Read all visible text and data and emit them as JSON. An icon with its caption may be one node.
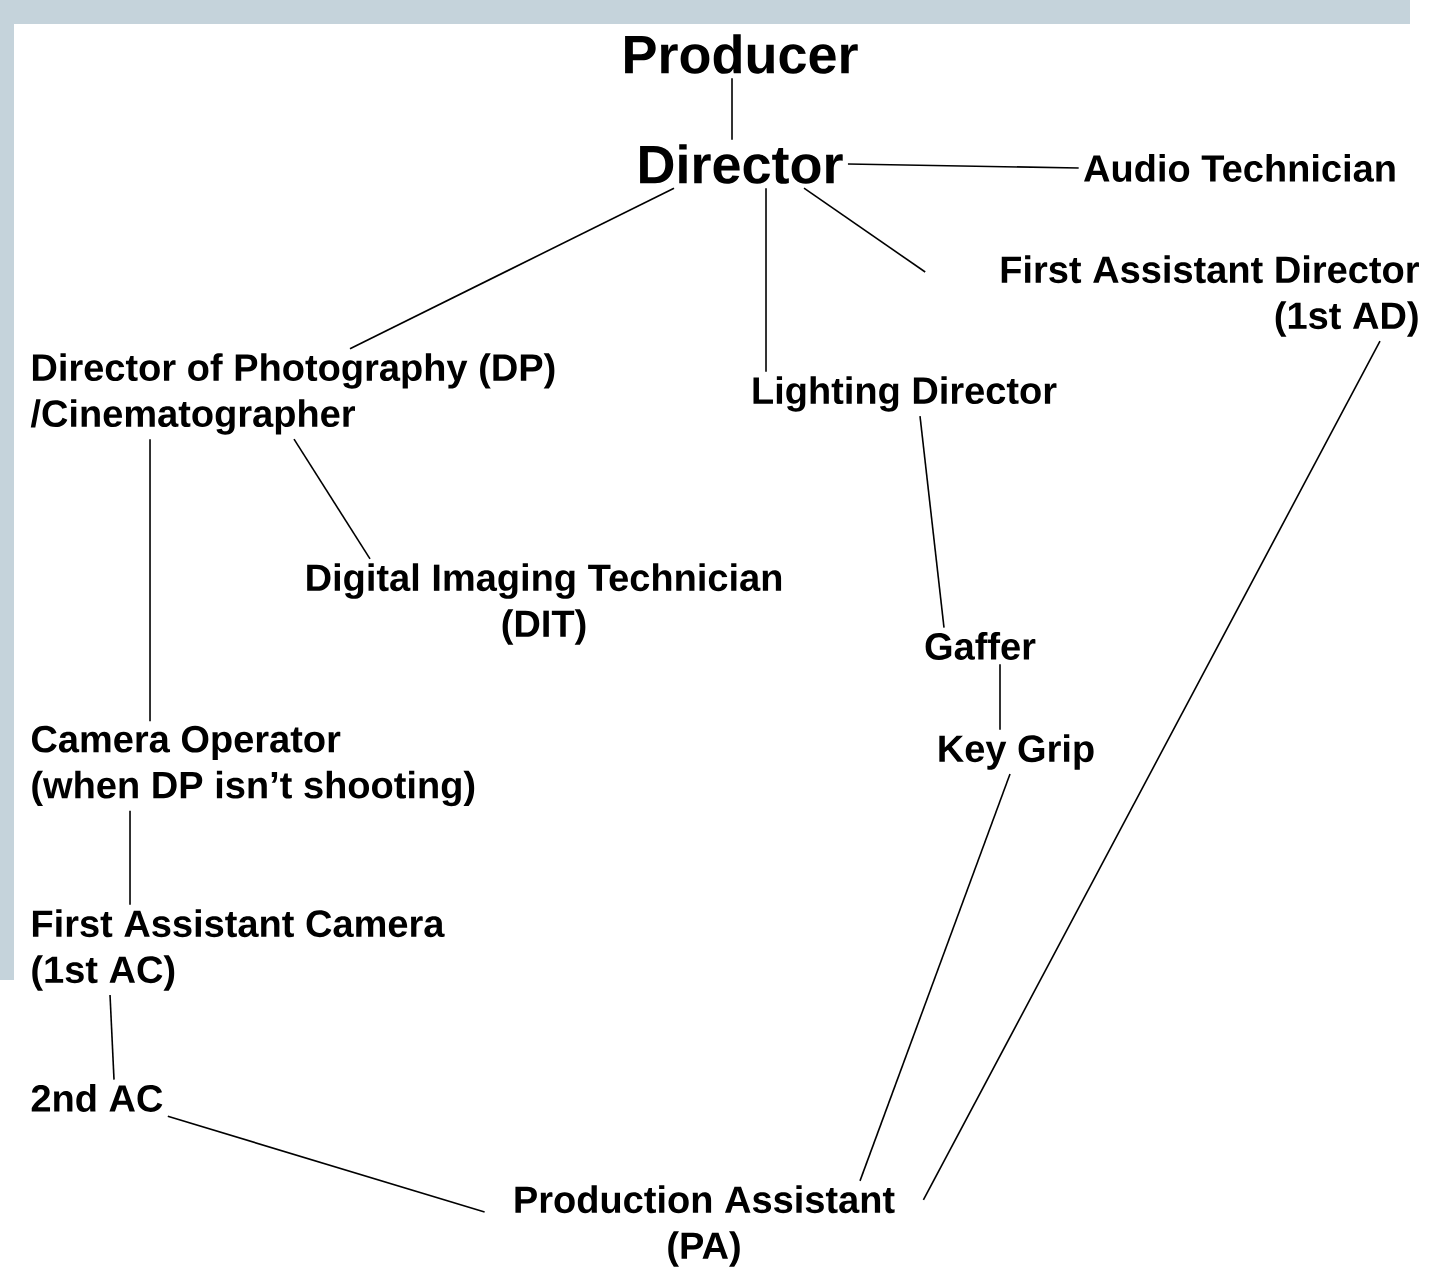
{
  "diagram": {
    "nodes": [
      {
        "text": [
          "Producer"
        ]
      },
      {
        "text": [
          "Director"
        ]
      },
      {
        "text": [
          "Audio Technician"
        ]
      },
      {
        "text": [
          "First Assistant Director (1st AD)"
        ]
      },
      {
        "text": [
          "Director of Photography (DP) /Cinematographer"
        ]
      },
      {
        "text": [
          "Lighting Director"
        ]
      },
      {
        "text": [
          "Digital Imaging Technician (DIT)"
        ]
      },
      {
        "text": [
          "Gaffer"
        ]
      },
      {
        "text": [
          "Key Grip"
        ]
      },
      {
        "text": [
          "Camera Operator (when DP isn’t shooting)"
        ]
      },
      {
        "text": [
          "First Assistant Camera (1st AC)"
        ]
      },
      {
        "text": [
          "2nd AC"
        ]
      },
      {
        "text": [
          "Production Assistant (PA)"
        ]
      }
    ],
    "edges": [
      {
        "from": 0,
        "to": 1,
        "arrow": "none"
      },
      {
        "from": 1,
        "to": 2,
        "arrow": "none"
      },
      {
        "from": 1,
        "to": 4,
        "arrow": "none"
      },
      {
        "from": 1,
        "to": 5,
        "arrow": "none"
      },
      {
        "from": 1,
        "to": 3,
        "arrow": "none"
      },
      {
        "from": 4,
        "to": 6,
        "arrow": "none"
      },
      {
        "from": 4,
        "to": 9,
        "arrow": "none"
      },
      {
        "from": 5,
        "to": 7,
        "arrow": "none"
      },
      {
        "from": 7,
        "to": 8,
        "arrow": "none"
      },
      {
        "from": 9,
        "to": 10,
        "arrow": "none"
      },
      {
        "from": 10,
        "to": 11,
        "arrow": "none"
      },
      {
        "from": 11,
        "to": 12,
        "arrow": "none"
      },
      {
        "from": 8,
        "to": 12,
        "arrow": "none"
      },
      {
        "from": 3,
        "to": 12,
        "arrow": "none"
      }
    ]
  }
}
